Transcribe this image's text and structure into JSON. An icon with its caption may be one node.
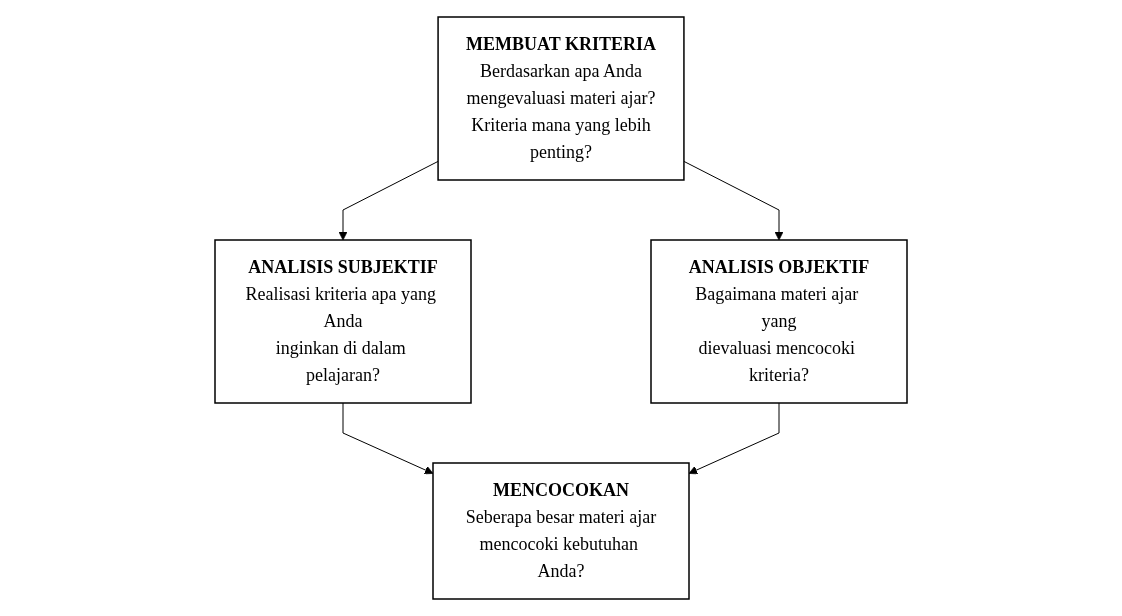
{
  "diagram": {
    "nodes": [
      {
        "text": [
          "MEMBUAT KRITERIA",
          "Berdasarkan apa Anda mengevaluasi materi ajar? Kriteria mana yang lebih penting?"
        ]
      },
      {
        "text": [
          "ANALISIS SUBJEKTIF",
          "Realisasi kriteria apa yang Anda inginkan di dalam pelajaran?"
        ]
      },
      {
        "text": [
          "ANALISIS OBJEKTIF",
          "Bagaimana materi ajar yang dievaluasi mencocoki kriteria?"
        ]
      },
      {
        "text": [
          "MENCOCOKAN",
          "Seberapa besar materi ajar mencocoki kebutuhan Anda?"
        ]
      }
    ],
    "edges": [
      {
        "from": 0,
        "to": 1,
        "arrow": "to"
      },
      {
        "from": 0,
        "to": 2,
        "arrow": "to"
      },
      {
        "from": 1,
        "to": 3,
        "arrow": "to"
      },
      {
        "from": 2,
        "to": 3,
        "arrow": "to"
      }
    ]
  }
}
